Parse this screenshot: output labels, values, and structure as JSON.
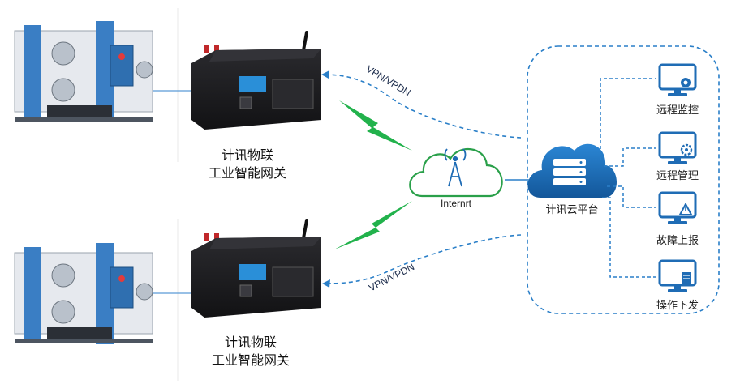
{
  "gateway_top": {
    "line1": "计讯物联",
    "line2": "工业智能网关"
  },
  "gateway_bottom": {
    "line1": "计讯物联",
    "line2": "工业智能网关"
  },
  "vpn_top": "VPN/VPDN",
  "vpn_bottom": "VPN/VPDN",
  "internet_label": "Internrt",
  "cloud_label": "计讯云平台",
  "functions": [
    {
      "label": "远程监控",
      "icon": "monitor-camera-icon"
    },
    {
      "label": "远程管理",
      "icon": "monitor-gear-icon"
    },
    {
      "label": "故障上报",
      "icon": "monitor-warning-icon"
    },
    {
      "label": "操作下发",
      "icon": "monitor-edit-icon"
    }
  ],
  "colors": {
    "dashed_blue": "#2a7fc8",
    "lightning_green": "#22b24c",
    "cloud_outline": "#2aa04a",
    "cloud_platform": "#1e6fb8",
    "monitor_blue": "#1f6cb5",
    "machine_blue": "#3a7ec4",
    "device_black": "#1b1b1d"
  }
}
